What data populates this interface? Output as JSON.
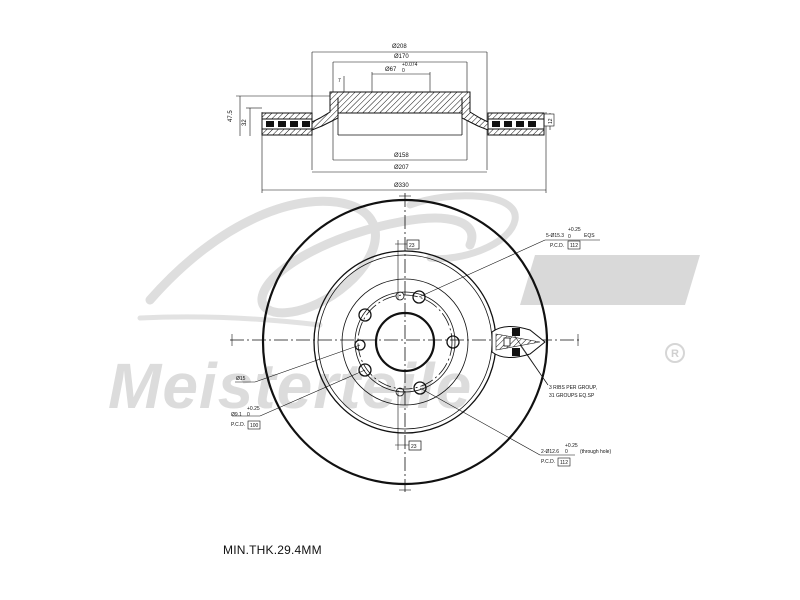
{
  "drawing": {
    "title": "",
    "min_thickness_note": "MIN.THK.29.4MM"
  },
  "section_view": {
    "dims": {
      "d208": "Ø208",
      "d170": "Ø170",
      "d67": "Ø67",
      "d67_tol": "+0.074",
      "d67_tol2": "0",
      "seven": "7",
      "h475": "47.5",
      "h32": "32",
      "h12": "12",
      "d158": "Ø158",
      "d207": "Ø207",
      "d330": "Ø330"
    }
  },
  "front_view": {
    "callouts": {
      "bolt_holes": "5-Ø15.3",
      "bolt_tol": "+0.25",
      "bolt_tol2": "0",
      "bolt_eqs": "EQS",
      "bolt_pcd": "P.C.D.",
      "bolt_pcd_val": "112",
      "angle_top": "23",
      "angle_bottom": "23",
      "ribs_line1": "3 RIBS PER GROUP,",
      "ribs_line2": "31 GROUPS EQ.SP",
      "d15": "Ø15",
      "d91": "Ø9.1",
      "d91_tol": "+0.25",
      "d91_tol2": "0",
      "d91_pcd": "P.C.D.",
      "d91_pcd_val": "100",
      "d126": "2-Ø12.6",
      "d126_tol": "+0.25",
      "d126_tol2": "0",
      "d126_note": "(through hole)",
      "d126_pcd": "P.C.D.",
      "d126_pcd_val": "112"
    }
  },
  "watermark": {
    "brand": "Meisterteile",
    "registered": "R"
  }
}
